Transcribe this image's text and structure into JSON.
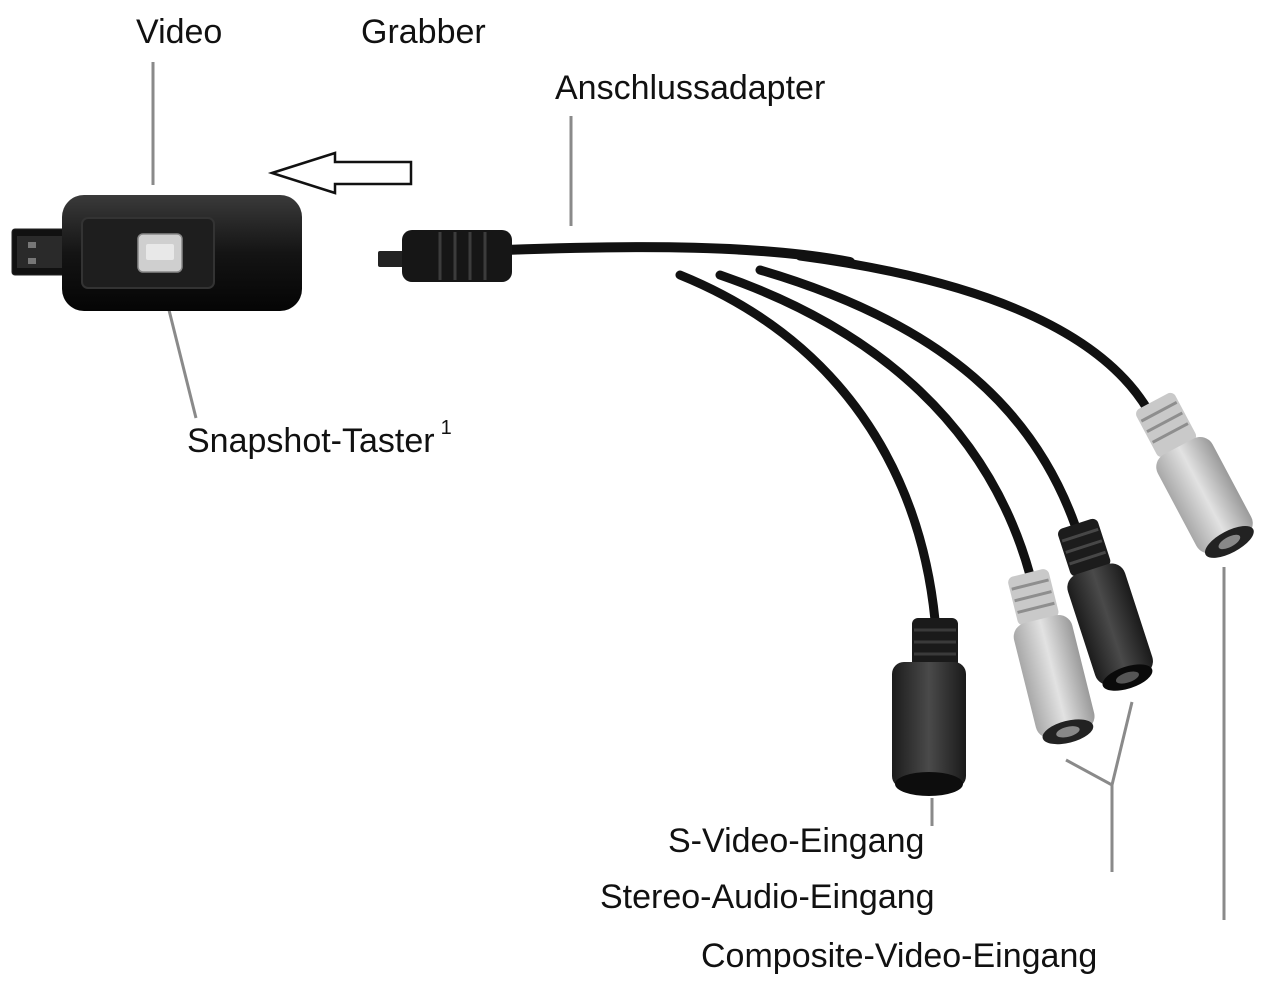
{
  "labels": {
    "video": "Video",
    "grabber": "Grabber",
    "adapter": "Anschlussadapter",
    "snapshot": "Snapshot-Taster",
    "snapshot_footnote": "1",
    "svideo": "S-Video-Eingang",
    "stereo": "Stereo-Audio-Eingang",
    "composite": "Composite-Video-Eingang"
  }
}
